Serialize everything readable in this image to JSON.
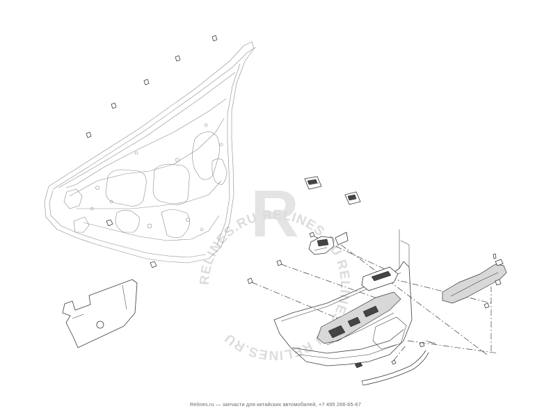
{
  "watermark": {
    "letter": "R",
    "ring_text": "RELINES.RU   RELINES.RU   RELINES.RU   RELINES.RU",
    "color": "#dcdcdc"
  },
  "footer": {
    "text": "Relines.ru — запчасти для китайских автомобилей, +7 495 266-65-67"
  },
  "colors": {
    "line": "#3a3a3a",
    "body_line": "#8a8a8a",
    "part_fill": "#d8d8d8"
  }
}
